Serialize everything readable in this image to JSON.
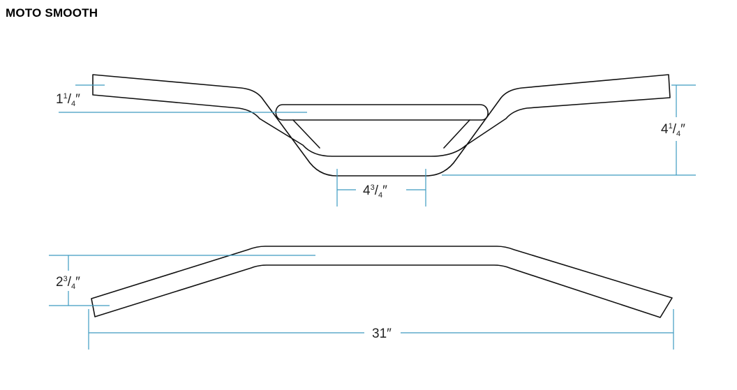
{
  "header": {
    "title": "MOTO SMOOTH"
  },
  "front_view": {
    "grip_diameter": {
      "whole": "1",
      "num": "1",
      "den": "4",
      "unit": "″"
    },
    "center_width": {
      "whole": "4",
      "num": "3",
      "den": "4",
      "unit": "″"
    },
    "rise": {
      "whole": "4",
      "num": "1",
      "den": "4",
      "unit": "″"
    }
  },
  "side_view": {
    "pullback": {
      "whole": "2",
      "num": "3",
      "den": "4",
      "unit": "″"
    },
    "overall_width": {
      "whole": "31",
      "unit": "″"
    }
  },
  "colors": {
    "outline": "#111111",
    "dimension": "#3d9bc0",
    "text": "#222222"
  }
}
